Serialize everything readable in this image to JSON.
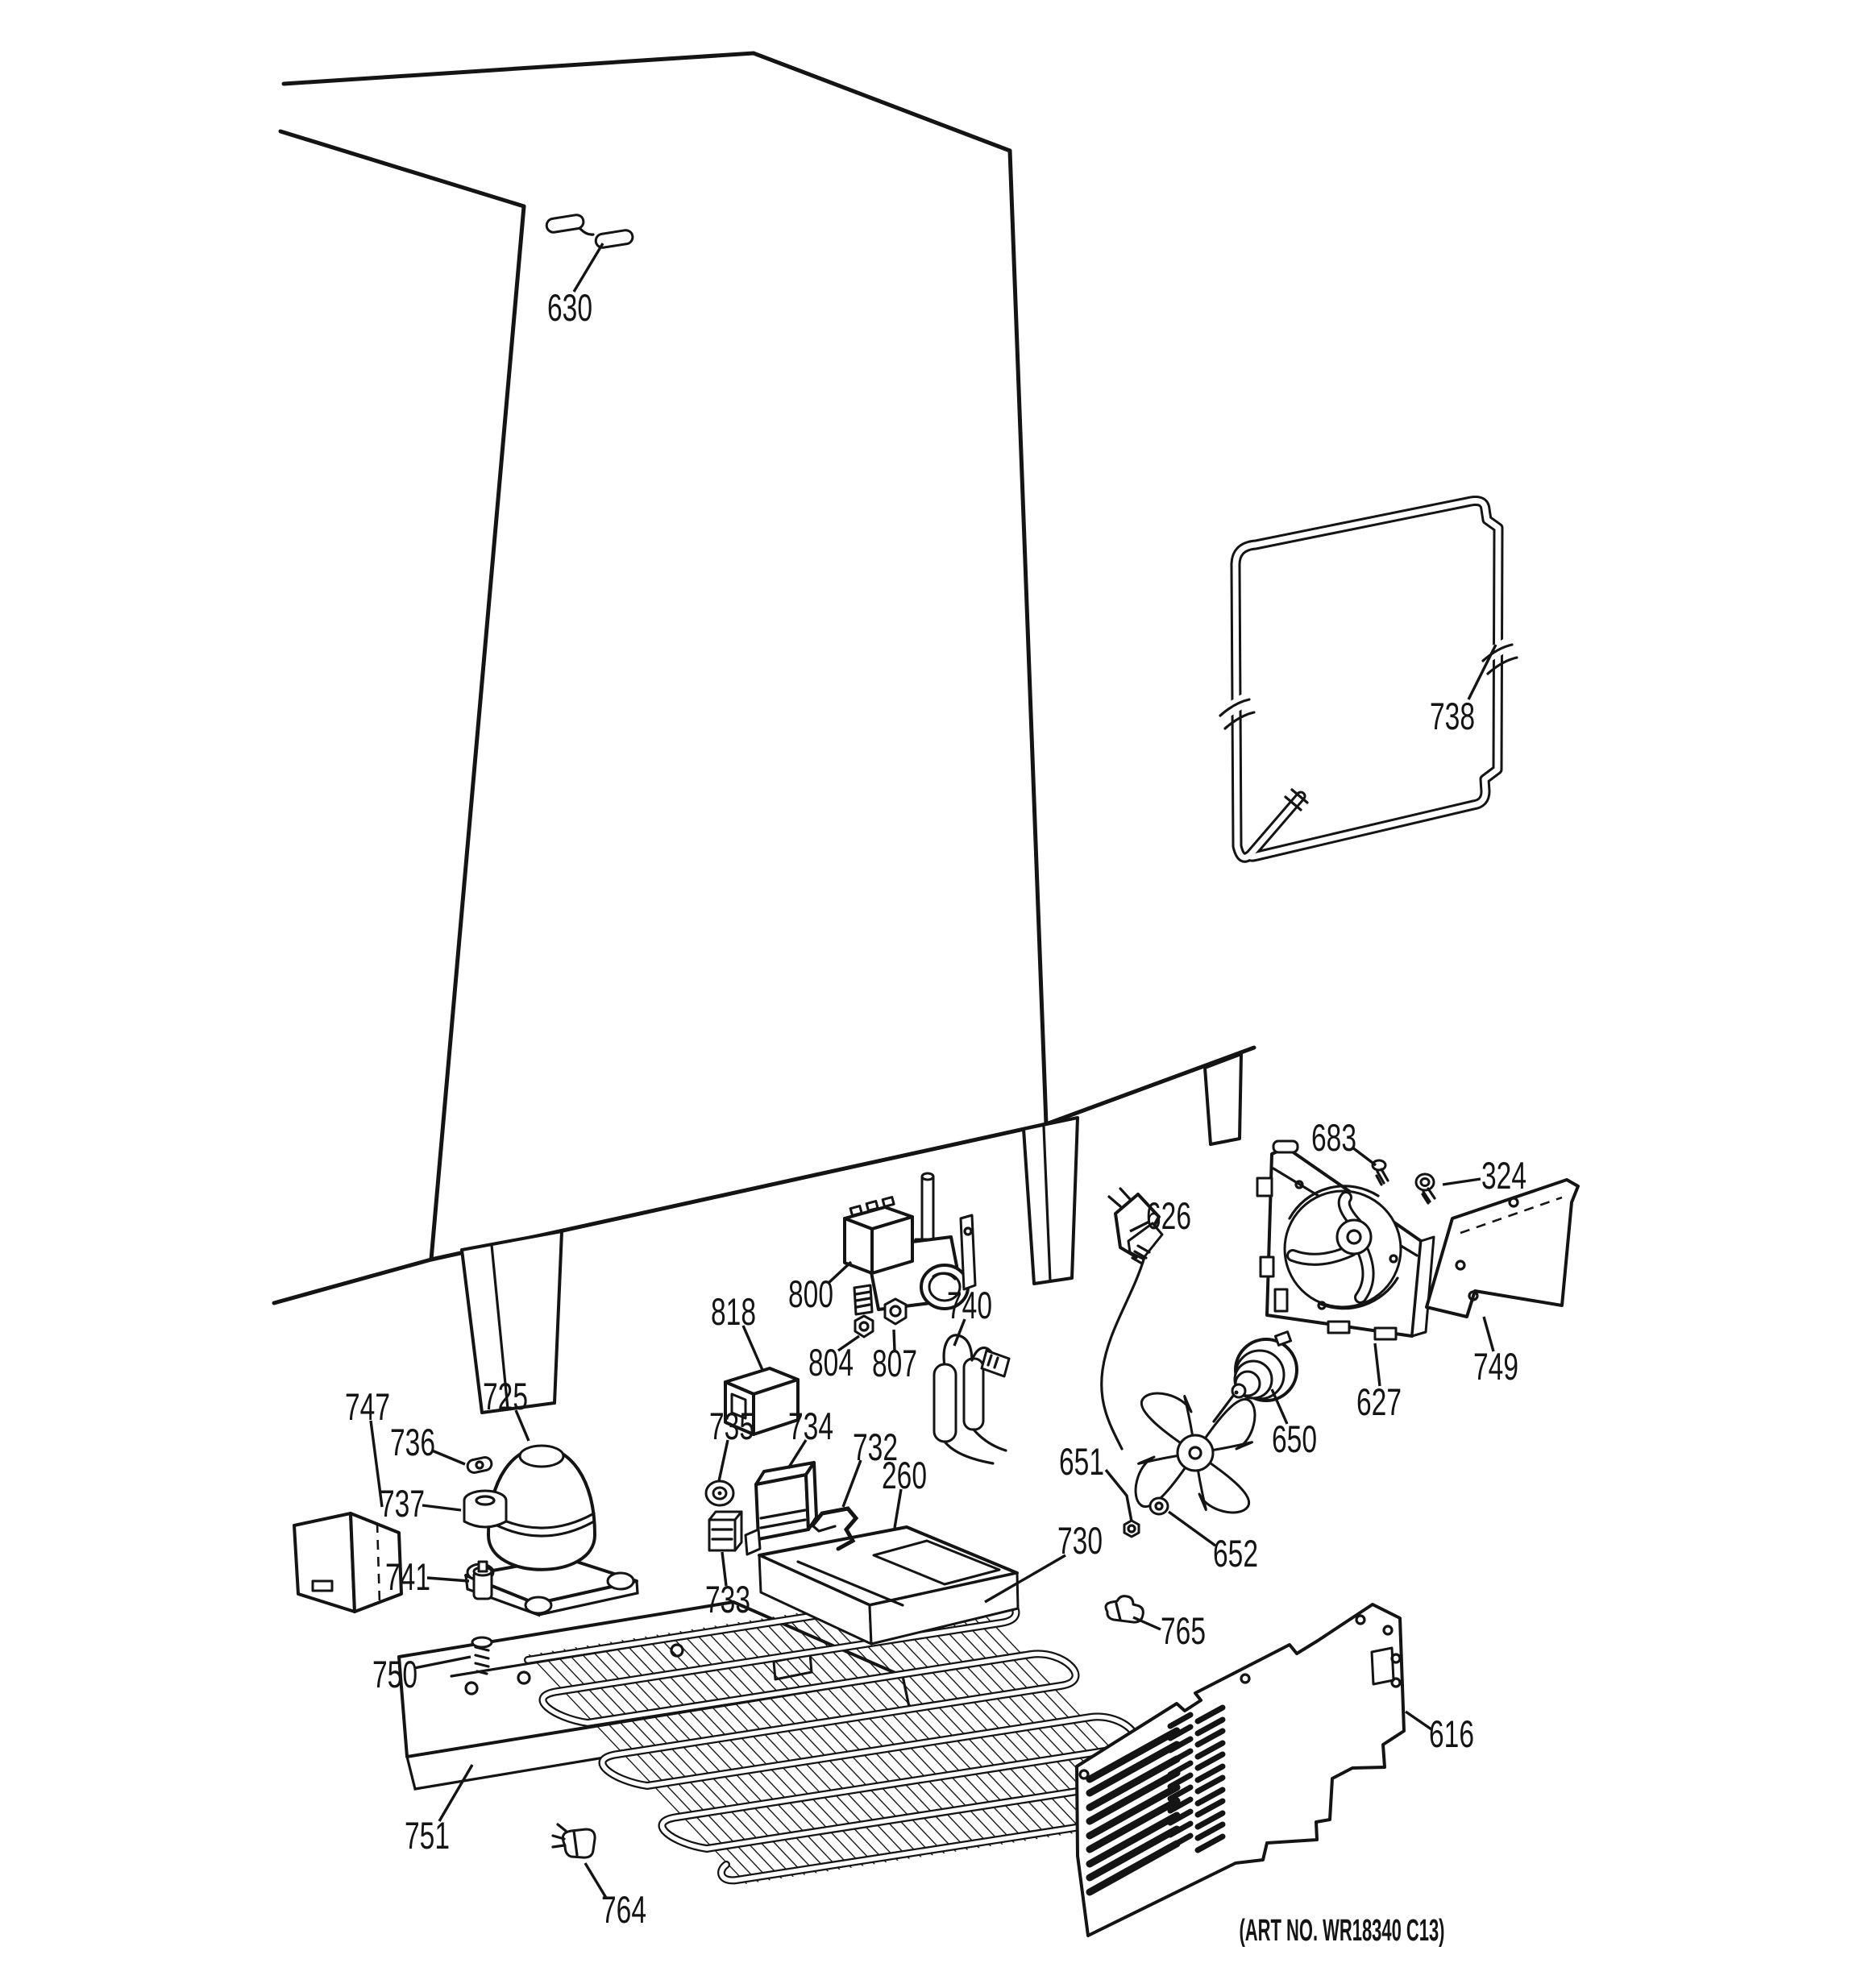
{
  "art_note": "(ART NO. WR18340 C13)",
  "labels": {
    "630": "630",
    "738": "738",
    "683": "683",
    "324": "324",
    "626": "626",
    "627": "627",
    "749": "749",
    "650": "650",
    "651": "651",
    "652": "652",
    "730": "730",
    "765": "765",
    "616": "616",
    "800": "800",
    "818": "818",
    "804": "804",
    "807": "807",
    "740": "740",
    "725": "725",
    "735": "735",
    "734": "734",
    "732": "732",
    "733": "733",
    "260": "260",
    "736": "736",
    "737": "737",
    "747": "747",
    "741": "741",
    "750": "750",
    "751": "751",
    "764": "764"
  }
}
